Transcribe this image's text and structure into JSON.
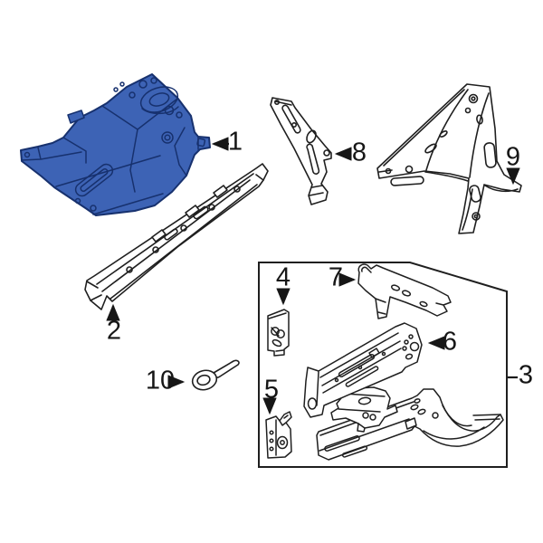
{
  "figure": {
    "type": "exploded-parts-diagram",
    "background": "#ffffff",
    "line_color": "#1f1f1f",
    "highlight_fill": "#3d63b5",
    "highlight_stroke": "#17316e",
    "highlighted_callout": "1",
    "callouts": [
      {
        "label": "1"
      },
      {
        "label": "2"
      },
      {
        "label": "3"
      },
      {
        "label": "4"
      },
      {
        "label": "5"
      },
      {
        "label": "6"
      },
      {
        "label": "7"
      },
      {
        "label": "8"
      },
      {
        "label": "9"
      },
      {
        "label": "10"
      }
    ]
  }
}
